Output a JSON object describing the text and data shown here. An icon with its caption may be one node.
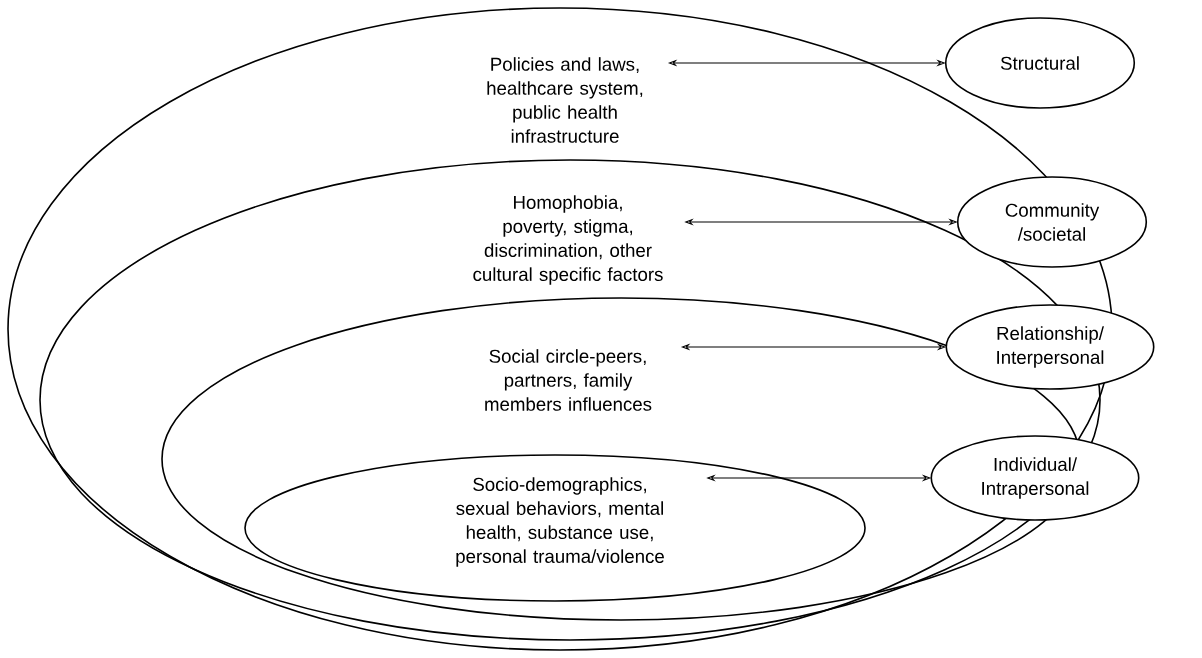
{
  "diagram": {
    "nodes": [
      {
        "text": [],
        "shape": "ellipse"
      },
      {
        "text": [
          "Policies and laws, healthcare system, public health infrastructure"
        ],
        "in": 0
      },
      {
        "text": [],
        "shape": "ellipse",
        "in": 0
      },
      {
        "text": [
          "Homophobia, poverty, stigma, discrimination, other cultural specific factors"
        ],
        "in": 2
      },
      {
        "text": [],
        "shape": "ellipse",
        "in": 2
      },
      {
        "text": [
          "Social circle-peers, partners, family members influences"
        ],
        "in": 4
      },
      {
        "text": [],
        "shape": "ellipse",
        "in": 4
      },
      {
        "text": [
          "Socio-demographics, sexual behaviors, mental health, substance use, personal trauma/violence"
        ],
        "in": 6
      },
      {
        "text": [
          "Structural"
        ]
      },
      {
        "text": [
          "Community /societal"
        ]
      },
      {
        "text": [
          "Relationship/ Interpersonal"
        ]
      },
      {
        "text": [
          "Individual/ Intrapersonal"
        ]
      }
    ],
    "edges": [
      {
        "from": 1,
        "to": 8,
        "arrow": "both"
      },
      {
        "from": 3,
        "to": 9,
        "arrow": "both"
      },
      {
        "from": 5,
        "to": 10,
        "arrow": "both"
      },
      {
        "from": 7,
        "to": 11,
        "arrow": "both"
      }
    ]
  }
}
